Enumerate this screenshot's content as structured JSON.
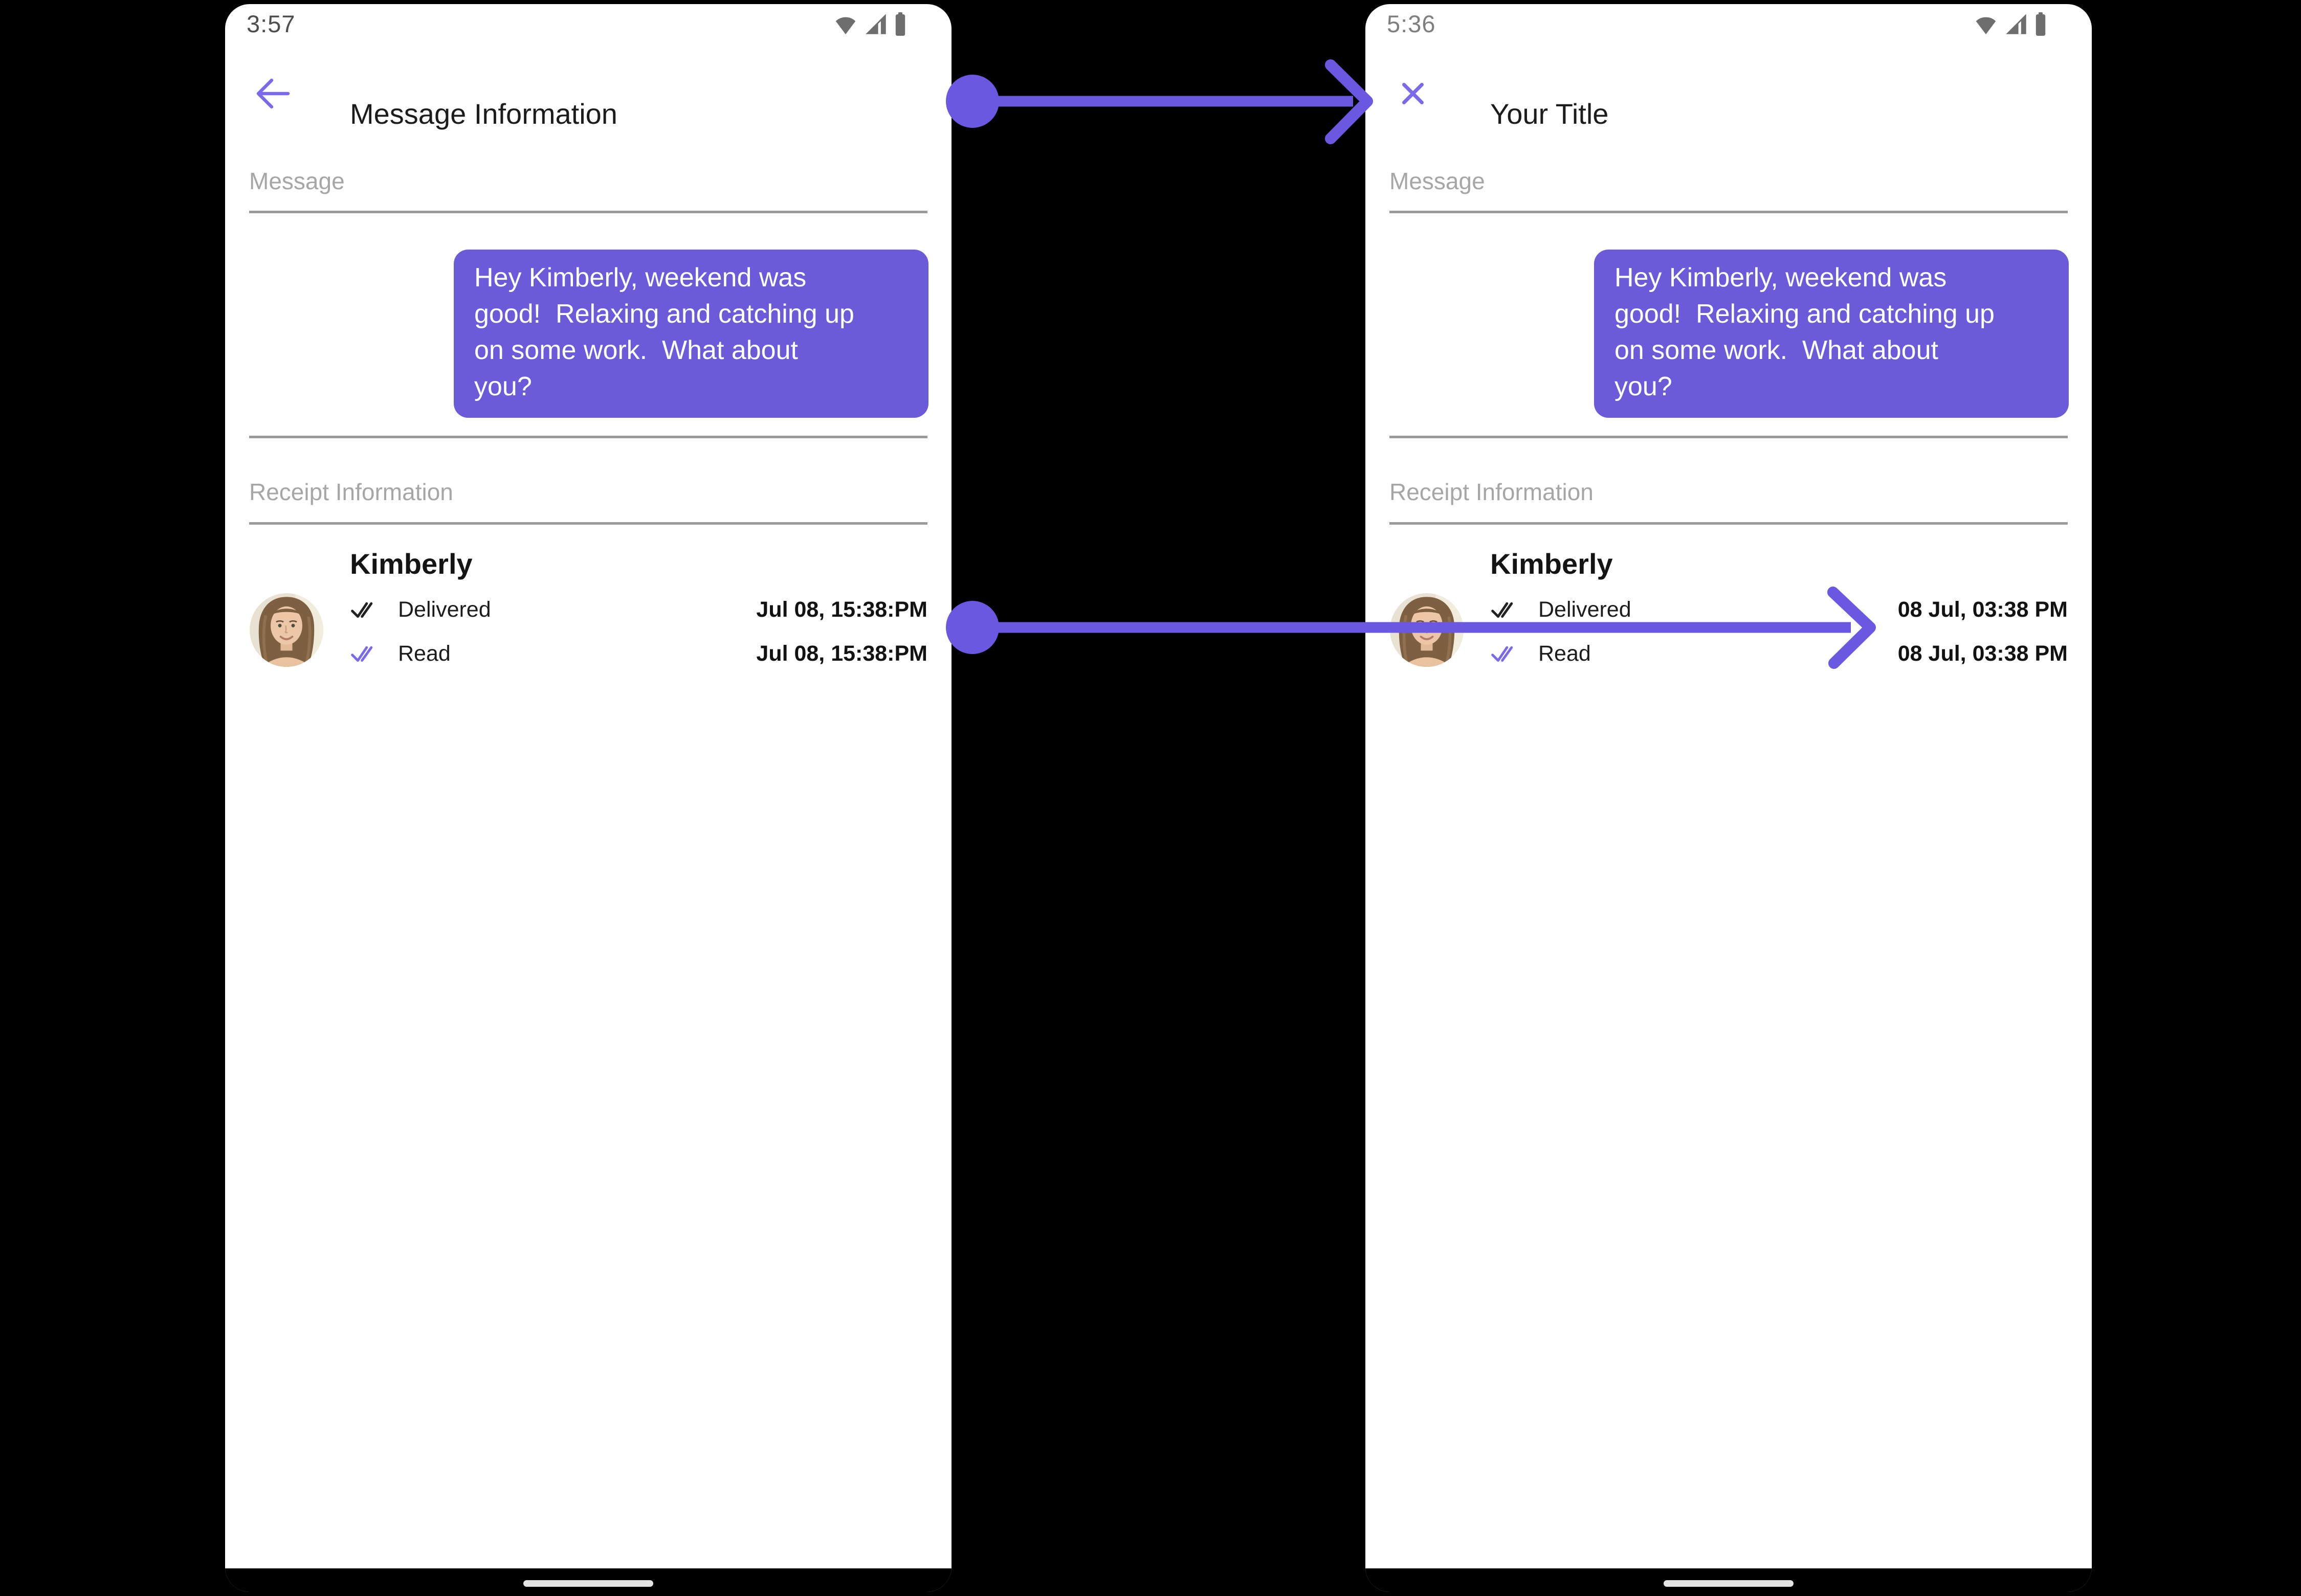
{
  "colors": {
    "background": "#000000",
    "bubble_purple": "#6C5BD9",
    "arrow_purple": "#6A58E0",
    "nav_purple": "#7A6AEA",
    "divider_gray": "#9A9A9A",
    "label_gray": "#A6A6A6",
    "text_dark": "#1C1C1E",
    "home_handle_gray": "#E4E4E4"
  },
  "phones": [
    {
      "name": "before-customization",
      "status_time": "3:57",
      "status_icons": [
        "wifi-icon",
        "cell-signal-icon",
        "battery-icon"
      ],
      "nav_icon": "back-arrow-icon",
      "header_title": "Message Information",
      "message_label": "Message",
      "message_text": "Hey Kimberly, weekend was\ngood!  Relaxing and catching up\non some work.  What about\nyou?",
      "receipt_label": "Receipt Information",
      "receipt_name": "Kimberly",
      "delivered_label": "Delivered",
      "delivered_time": "Jul 08, 15:38:PM",
      "read_label": "Read",
      "read_time": "Jul 08, 15:38:PM"
    },
    {
      "name": "after-customization",
      "status_time": "5:36",
      "status_icons": [
        "wifi-icon",
        "cell-signal-icon",
        "battery-icon"
      ],
      "nav_icon": "close-icon",
      "header_title": "Your Title",
      "message_label": "Message",
      "message_text": "Hey Kimberly, weekend was\ngood!  Relaxing and catching up\non some work.  What about\nyou?",
      "receipt_label": "Receipt Information",
      "receipt_name": "Kimberly",
      "delivered_label": "Delivered",
      "delivered_time": "08 Jul, 03:38 PM",
      "read_label": "Read",
      "read_time": "08 Jul, 03:38 PM"
    }
  ],
  "annotations": {
    "arrow_top": "title-change-arrow",
    "arrow_middle": "timestamp-change-arrow"
  }
}
